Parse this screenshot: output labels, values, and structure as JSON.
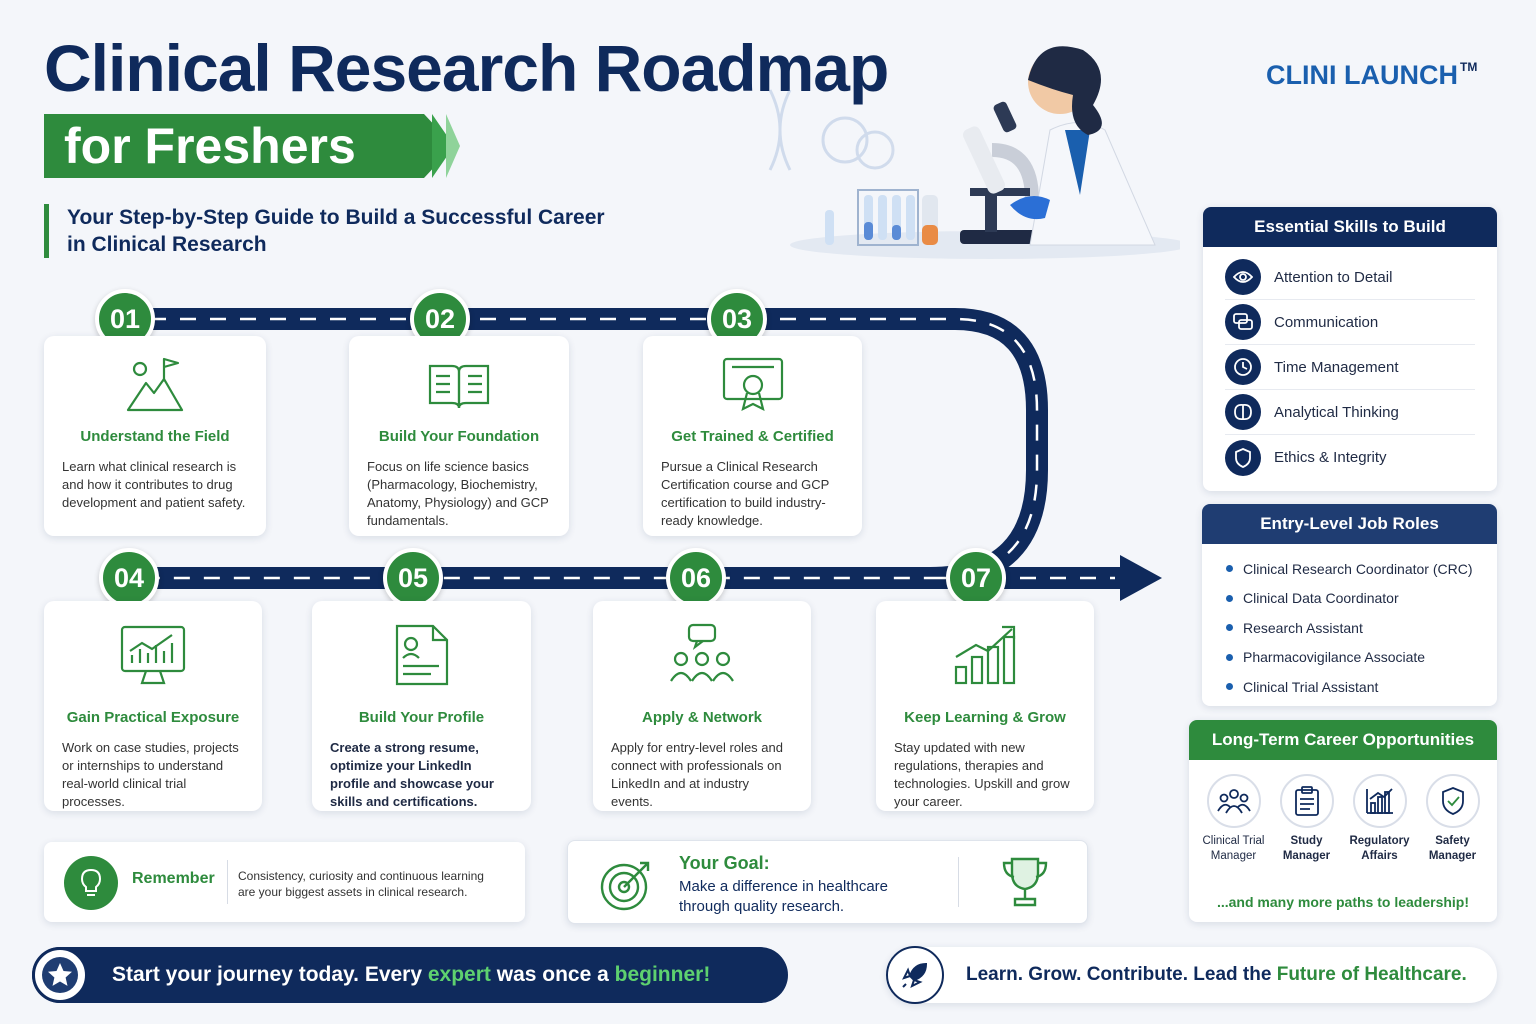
{
  "header": {
    "title": "Clinical Research Roadmap",
    "subtitle": "for Freshers",
    "tagline_line1": "Your Step-by-Step Guide to Build a Successful Career",
    "tagline_line2": "in Clinical Research",
    "brand": "CLINI LAUNCH",
    "brand_mark": "TM"
  },
  "steps": [
    {
      "number": "01",
      "title": "Understand the Field",
      "description": "Learn what clinical research is and how it contributes to drug development and patient safety.",
      "icon": "mountain-flag-icon"
    },
    {
      "number": "02",
      "title": "Build Your Foundation",
      "description": "Focus on life science basics (Pharmacology, Biochemistry, Anatomy, Physiology) and GCP fundamentals.",
      "icon": "open-book-icon"
    },
    {
      "number": "03",
      "title": "Get Trained & Certified",
      "description": "Pursue a Clinical Research Certification course and GCP certification to build industry-ready knowledge.",
      "icon": "certificate-icon"
    },
    {
      "number": "04",
      "title": "Gain Practical Exposure",
      "description": "Work on case studies, projects or internships to understand real-world clinical trial processes.",
      "icon": "monitor-chart-icon"
    },
    {
      "number": "05",
      "title": "Build Your Profile",
      "description": "Create a strong resume, optimize your LinkedIn profile and showcase your skills and certifications.",
      "icon": "resume-icon"
    },
    {
      "number": "06",
      "title": "Apply & Network",
      "description": "Apply for entry-level roles and connect with professionals on LinkedIn and at industry events.",
      "icon": "network-people-icon"
    },
    {
      "number": "07",
      "title": "Keep Learning & Grow",
      "description": "Stay updated with new regulations, therapies and technologies. Upskill and grow your career.",
      "icon": "growth-chart-icon"
    }
  ],
  "skills": {
    "heading": "Essential Skills to Build",
    "items": [
      {
        "label": "Attention to Detail",
        "icon": "eye-icon"
      },
      {
        "label": "Communication",
        "icon": "chat-icon"
      },
      {
        "label": "Time Management",
        "icon": "clock-icon"
      },
      {
        "label": "Analytical Thinking",
        "icon": "brain-icon"
      },
      {
        "label": "Ethics & Integrity",
        "icon": "shield-icon"
      }
    ]
  },
  "roles": {
    "heading": "Entry-Level Job Roles",
    "items": [
      "Clinical Research Coordinator (CRC)",
      "Clinical Data Coordinator",
      "Research Assistant",
      "Pharmacovigilance Associate",
      "Clinical Trial Assistant"
    ]
  },
  "opportunities": {
    "heading": "Long-Term Career Opportunities",
    "items": [
      {
        "line1": "Clinical Trial",
        "line2": "Manager",
        "icon": "team-icon"
      },
      {
        "line1": "Study",
        "line2": "Manager",
        "icon": "clipboard-icon"
      },
      {
        "line1": "Regulatory",
        "line2": "Affairs",
        "icon": "bar-chart-icon"
      },
      {
        "line1": "Safety",
        "line2": "Manager",
        "icon": "shield-check-icon"
      }
    ],
    "more": "...and many more paths to leadership!"
  },
  "remember": {
    "label": "Remember",
    "line1": "Consistency, curiosity and continuous learning",
    "line2": "are your biggest assets in clinical research."
  },
  "goal": {
    "label": "Your Goal:",
    "line1": "Make a difference in healthcare",
    "line2": "through quality research."
  },
  "footer": {
    "left_a": "Start your journey today. Every ",
    "left_b": "expert",
    "left_c": " was once a ",
    "left_d": "beginner!",
    "right_a": "Learn. Grow. Contribute. Lead the ",
    "right_b": "Future of Healthcare."
  },
  "colors": {
    "navy": "#0f2a5c",
    "green": "#2e8b3d",
    "blue": "#1a5fae"
  }
}
